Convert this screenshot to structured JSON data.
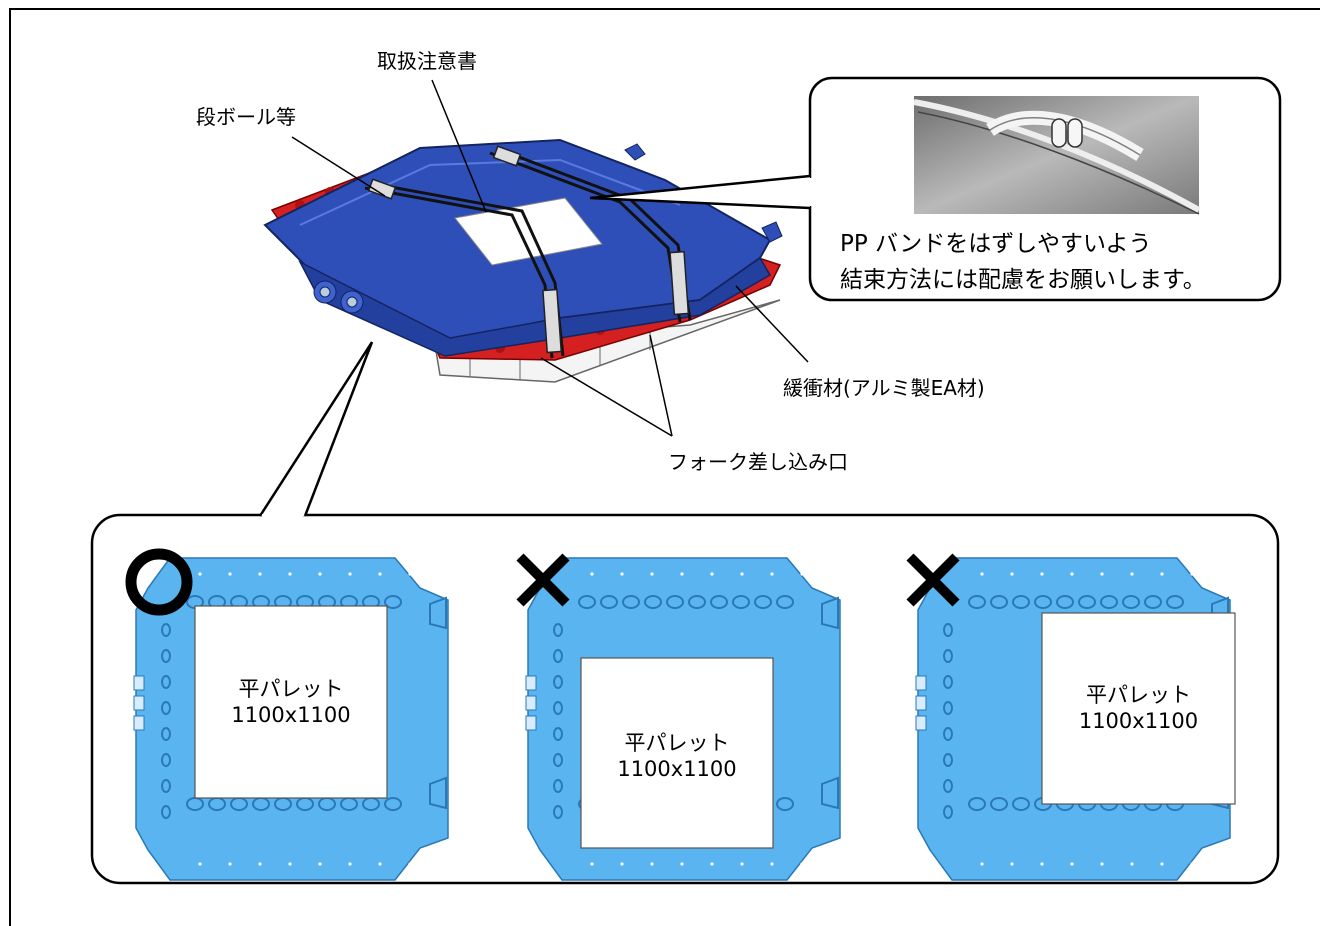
{
  "labels": {
    "caution_doc": "取扱注意書",
    "cardboard": "段ボール等",
    "cushion": "緩衝材(アルミ製EA材)",
    "fork_slot": "フォーク差し込み口"
  },
  "callout": {
    "line1": "PP バンドをはずしやすいよう",
    "line2": "結束方法には配慮をお願いします。"
  },
  "panels": [
    {
      "mark": "ok-circle",
      "pallet_label": "平パレット",
      "pallet_size": "1100x1100"
    },
    {
      "mark": "ng-cross",
      "pallet_label": "平パレット",
      "pallet_size": "1100x1100"
    },
    {
      "mark": "ng-cross",
      "pallet_label": "平パレット",
      "pallet_size": "1100x1100"
    }
  ],
  "colors": {
    "battery_blue": "#2e4fb8",
    "cushion_red": "#d42020",
    "panel_blue": "#5ab4f0",
    "outline": "#000000"
  }
}
